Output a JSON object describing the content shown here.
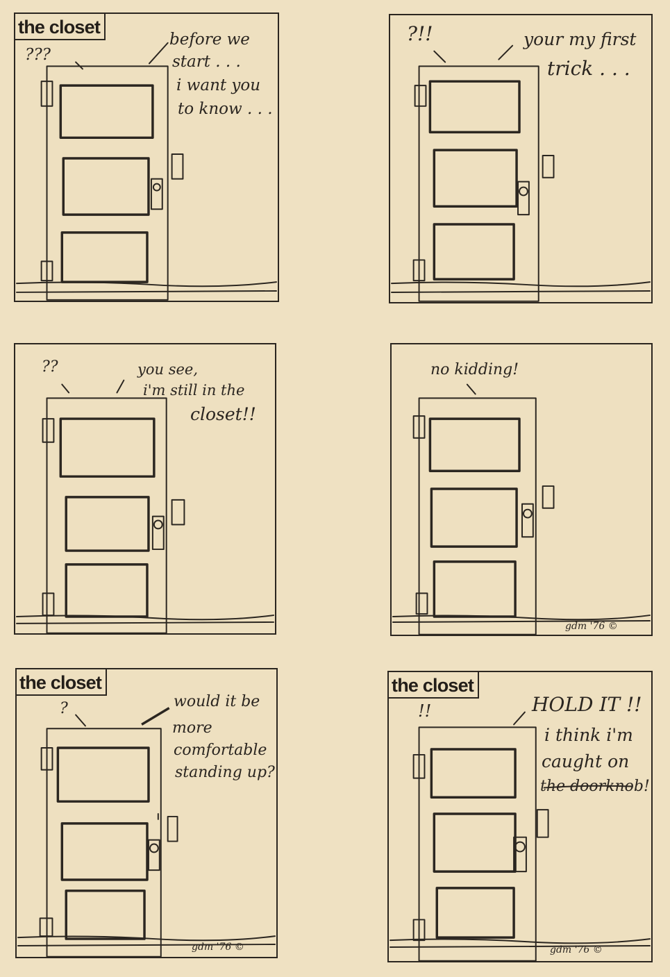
{
  "strip_title": "the closet",
  "signature": "gdm '76 ©",
  "panels": [
    {
      "shows_title": true,
      "door_reaction": "???",
      "speech": [
        "before we",
        "start . . .",
        "i want you",
        "to know . . ."
      ]
    },
    {
      "shows_title": false,
      "door_reaction": "?!!",
      "speech": [
        "your my first",
        "trick . . ."
      ]
    },
    {
      "shows_title": false,
      "door_reaction": "??",
      "speech": [
        "you see,",
        "i'm still in the",
        "closet!!"
      ]
    },
    {
      "shows_title": false,
      "door_reaction": "",
      "speech": [
        "no kidding!"
      ],
      "shows_signature": true
    },
    {
      "shows_title": true,
      "door_reaction": "?",
      "speech": [
        "would it be",
        "more",
        "comfortable",
        "standing up?"
      ],
      "shows_signature": true
    },
    {
      "shows_title": true,
      "door_reaction": "!!",
      "speech": [
        "HOLD IT !!",
        "i think i'm",
        "caught on",
        "the doorknob!"
      ],
      "shows_signature": true
    }
  ]
}
